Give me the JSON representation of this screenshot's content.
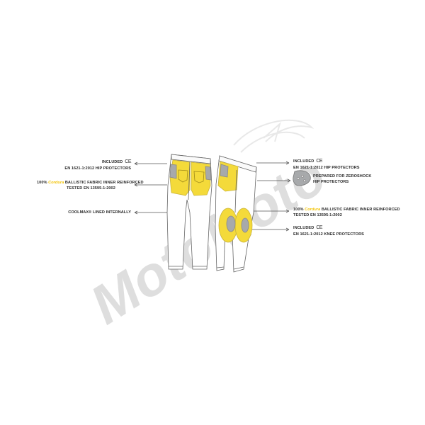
{
  "watermark": {
    "text": "MotoMoto"
  },
  "colors": {
    "highlight": "#f2c200",
    "pad_yellow": "#f4da3a",
    "protector_gray": "#a7a9ab",
    "line": "#555555"
  },
  "labels": {
    "hip_left": {
      "line1": "INCLUDED",
      "ce": "CE",
      "line2": "EN 1621-1:2012 HIP PROTECTORS"
    },
    "ballistic_left": {
      "prefix": "100%",
      "brand": "Cordura",
      "suffix": "BALLISTIC FABRIC INNER REINFORCED",
      "line2": "TESTED EN 13595-1:2002"
    },
    "coolmax": {
      "line1": "COOLMAX® LINED INTERNALLY"
    },
    "hip_right": {
      "line1": "INCLUDED",
      "ce": "CE",
      "line2": "EN 1621-1:2012 HIP PROTECTORS"
    },
    "zeroshock": {
      "line1": "PREPARED FOR ZEROSHOCK",
      "line2": "HIP PROTECTORS"
    },
    "ballistic_right": {
      "prefix": "100%",
      "brand": "Cordura",
      "suffix": "BALLISTIC FABRIC INNER REINFORCED",
      "line2": "TESTED EN 13595-1:2002"
    },
    "knee_right": {
      "line1": "INCLUDED",
      "ce": "CE",
      "line2": "EN 1621-1:2012 KNEE PROTECTORS"
    }
  }
}
